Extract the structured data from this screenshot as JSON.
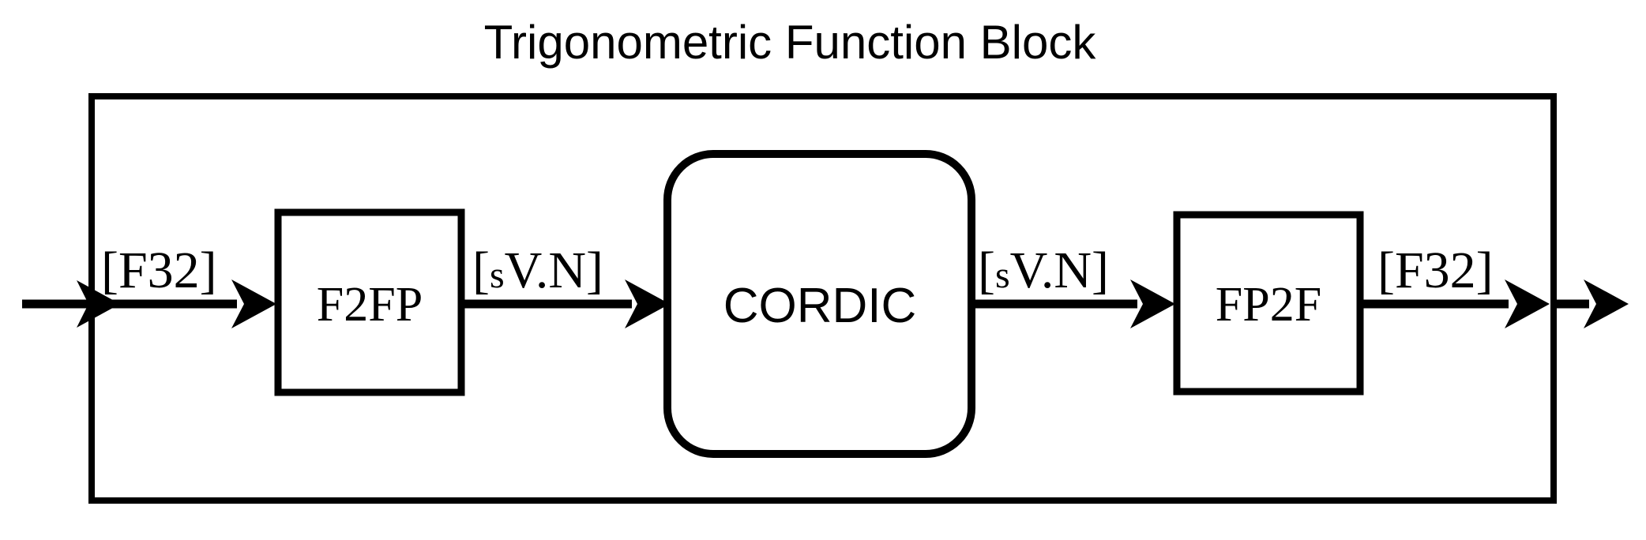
{
  "diagram": {
    "title": "Trigonometric Function Block",
    "outer_block_name": "Trigonometric Function Block",
    "background_color": "#ffffff",
    "line_color": "#000000",
    "blocks": [
      {
        "id": "f2fp",
        "label": "F2FP",
        "shape": "rectangle",
        "font": "serif"
      },
      {
        "id": "cordic",
        "label": "CORDIC",
        "shape": "rounded-rectangle",
        "font": "sans-serif"
      },
      {
        "id": "fp2f",
        "label": "FP2F",
        "shape": "rectangle",
        "font": "serif"
      }
    ],
    "signals": [
      {
        "id": "input-f32",
        "label": "[F32]",
        "label_main": "[F32]",
        "label_sub": "",
        "from": "external-input",
        "to": "f2fp"
      },
      {
        "id": "f2fp-to-cordic",
        "label": "[sV.N]",
        "label_open": "[",
        "label_sub": "s",
        "label_main": "V.N",
        "label_close": "]",
        "from": "f2fp",
        "to": "cordic"
      },
      {
        "id": "cordic-to-fp2f",
        "label": "[sV.N]",
        "label_open": "[",
        "label_sub": "s",
        "label_main": "V.N",
        "label_close": "]",
        "from": "cordic",
        "to": "fp2f"
      },
      {
        "id": "output-f32",
        "label": "[F32]",
        "label_main": "[F32]",
        "label_sub": "",
        "from": "fp2f",
        "to": "external-output"
      }
    ]
  }
}
